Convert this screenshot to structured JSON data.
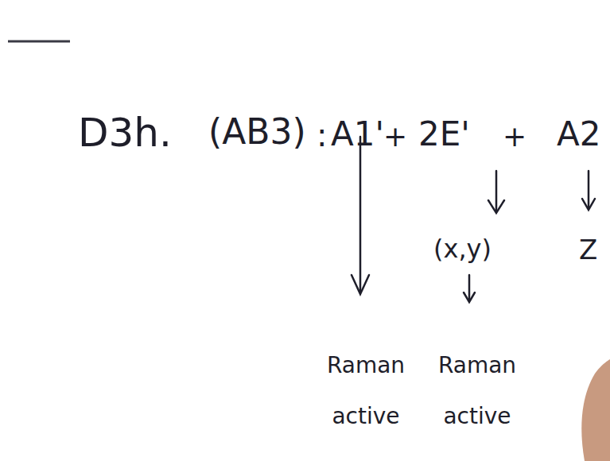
{
  "diagram": {
    "labels": [
      "D3h.",
      "(AB3)",
      ":",
      "A1'",
      "+",
      "2E'",
      "+",
      "A2",
      "(x,y)",
      "Z",
      "Raman active",
      "Raman active"
    ]
  }
}
